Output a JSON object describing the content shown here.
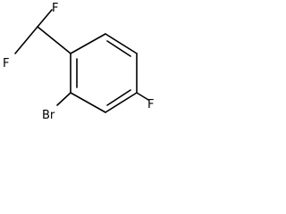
{
  "molecule": {
    "atoms": {
      "f_top": "F",
      "f_left": "F",
      "br": "Br",
      "f_ring": "F"
    },
    "colors": {
      "bond": "#000000",
      "label": "#000000",
      "background": "#ffffff"
    }
  }
}
